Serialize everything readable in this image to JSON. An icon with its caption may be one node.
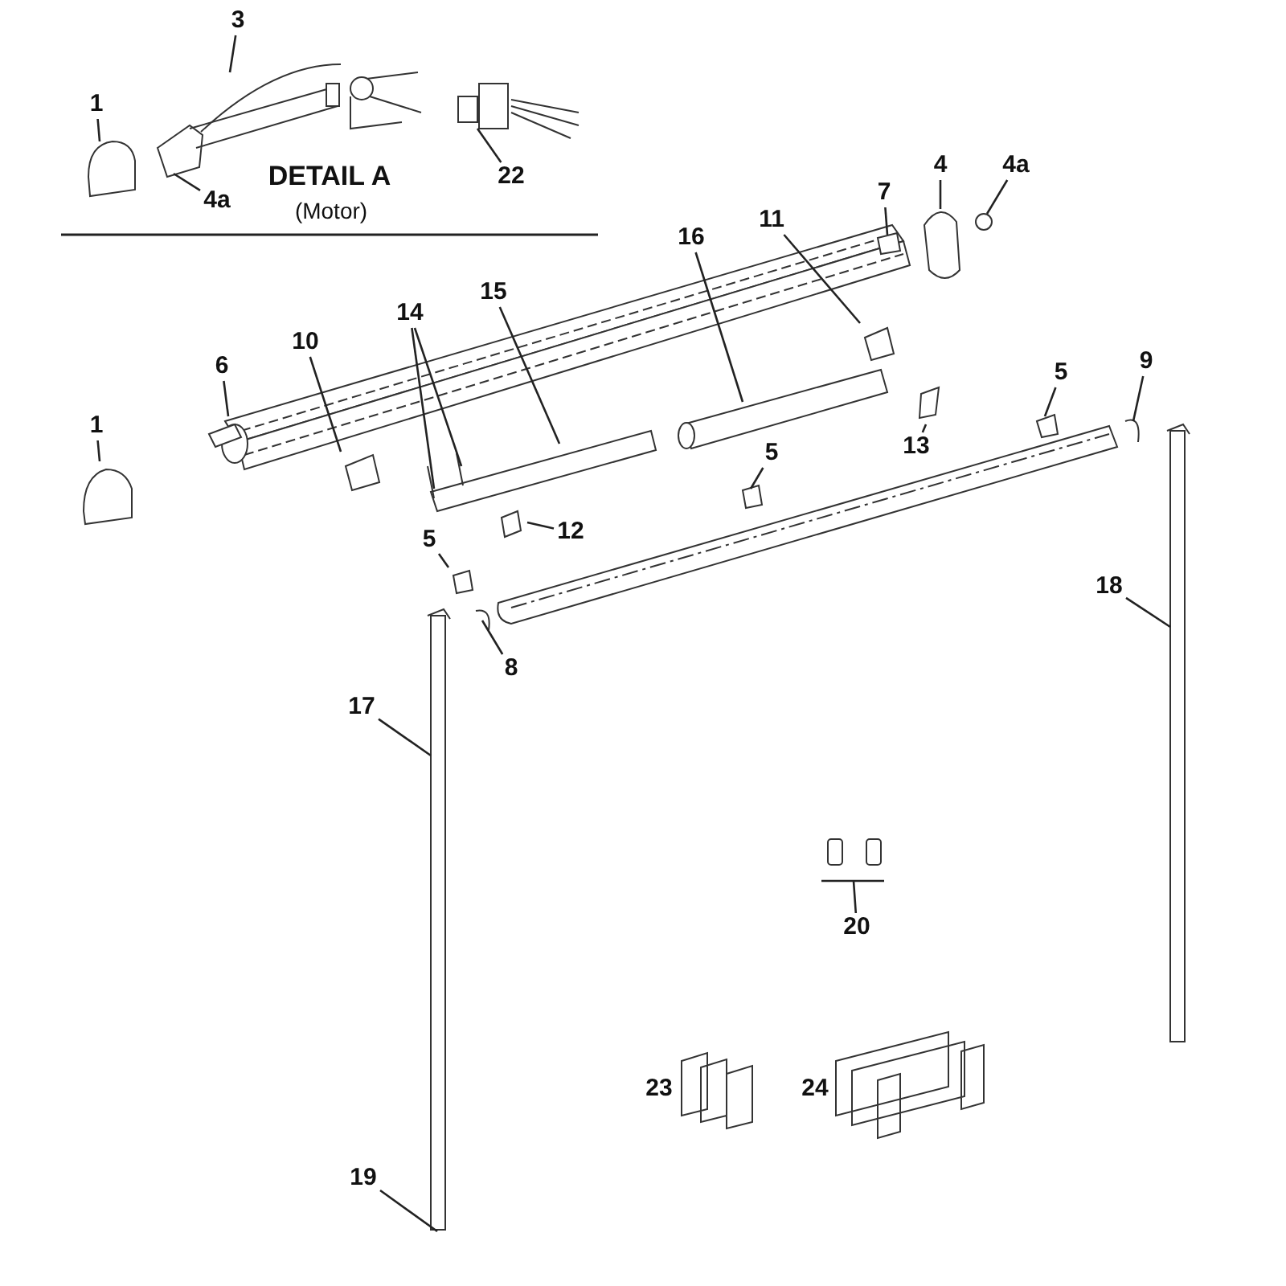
{
  "diagram": {
    "nodes": [
      {
        "text": [
          "1"
        ]
      },
      {
        "text": [
          "3"
        ]
      },
      {
        "text": [
          "4a"
        ]
      },
      {
        "text": [
          "22"
        ]
      },
      {
        "text": [
          "4"
        ]
      },
      {
        "text": [
          "4a"
        ]
      },
      {
        "text": [
          "7"
        ]
      },
      {
        "text": [
          "16"
        ]
      },
      {
        "text": [
          "11"
        ]
      },
      {
        "text": [
          "14"
        ]
      },
      {
        "text": [
          "15"
        ]
      },
      {
        "text": [
          "10"
        ]
      },
      {
        "text": [
          "6"
        ]
      },
      {
        "text": [
          "1"
        ]
      },
      {
        "text": [
          "5"
        ]
      },
      {
        "text": [
          "9"
        ]
      },
      {
        "text": [
          "13"
        ]
      },
      {
        "text": [
          "5"
        ]
      },
      {
        "text": [
          "12"
        ]
      },
      {
        "text": [
          "5"
        ]
      },
      {
        "text": [
          "18"
        ]
      },
      {
        "text": [
          "8"
        ]
      },
      {
        "text": [
          "17"
        ]
      },
      {
        "text": [
          "20"
        ]
      },
      {
        "text": [
          "19"
        ]
      }
    ],
    "edges": [
      {
        "from": 0,
        "to": null,
        "arrow": "none"
      },
      {
        "from": 1,
        "to": null,
        "arrow": "none"
      },
      {
        "from": 2,
        "to": null,
        "arrow": "none"
      },
      {
        "from": 3,
        "to": null,
        "arrow": "none"
      },
      {
        "from": 4,
        "to": null,
        "arrow": "none"
      },
      {
        "from": 5,
        "to": null,
        "arrow": "none"
      },
      {
        "from": 6,
        "to": null,
        "arrow": "none"
      },
      {
        "from": 7,
        "to": null,
        "arrow": "none"
      },
      {
        "from": 8,
        "to": null,
        "arrow": "none"
      },
      {
        "from": 9,
        "to": null,
        "arrow": "none"
      },
      {
        "from": 9,
        "to": null,
        "arrow": "none"
      },
      {
        "from": 10,
        "to": null,
        "arrow": "none"
      },
      {
        "from": 11,
        "to": null,
        "arrow": "none"
      },
      {
        "from": 12,
        "to": null,
        "arrow": "none"
      },
      {
        "from": 13,
        "to": null,
        "arrow": "none"
      },
      {
        "from": 14,
        "to": null,
        "arrow": "none"
      },
      {
        "from": 15,
        "to": null,
        "arrow": "none"
      },
      {
        "from": 16,
        "to": null,
        "arrow": "none"
      },
      {
        "from": 17,
        "to": null,
        "arrow": "none"
      },
      {
        "from": 18,
        "to": null,
        "arrow": "none"
      },
      {
        "from": 19,
        "to": null,
        "arrow": "none"
      },
      {
        "from": 20,
        "to": null,
        "arrow": "none"
      },
      {
        "from": 21,
        "to": null,
        "arrow": "none"
      },
      {
        "from": 22,
        "to": null,
        "arrow": "none"
      },
      {
        "from": 23,
        "to": null,
        "arrow": "none"
      },
      {
        "from": 24,
        "to": null,
        "arrow": "none"
      }
    ],
    "labels": [
      "DETAIL A",
      "(Motor)",
      "23",
      "24"
    ]
  }
}
